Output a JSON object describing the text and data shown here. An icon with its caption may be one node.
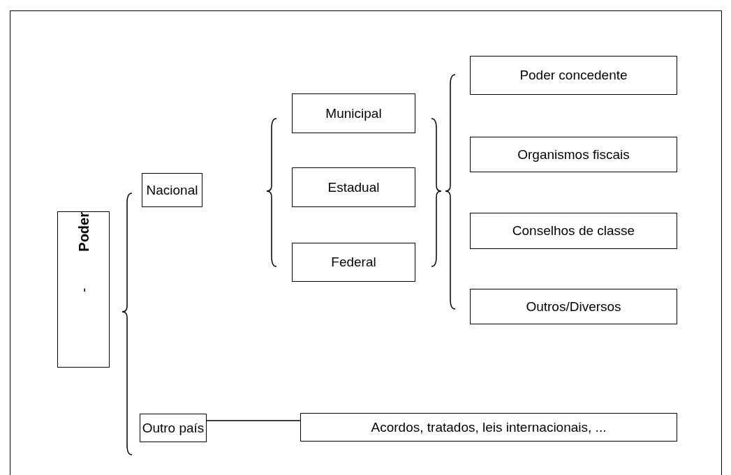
{
  "diagram": {
    "nodes": [
      {
        "text": [
          "Poder",
          "-"
        ]
      },
      {
        "text": [
          "Nacional"
        ]
      },
      {
        "text": [
          "Outro país"
        ]
      },
      {
        "text": [
          "Municipal"
        ]
      },
      {
        "text": [
          "Estadual"
        ]
      },
      {
        "text": [
          "Federal"
        ]
      },
      {
        "text": [
          "Poder concedente"
        ]
      },
      {
        "text": [
          "Organismos fiscais"
        ]
      },
      {
        "text": [
          "Conselhos de classe"
        ]
      },
      {
        "text": [
          "Outros/Diversos"
        ]
      },
      {
        "text": [
          "Acordos, tratados, leis internacionais, ..."
        ]
      }
    ],
    "edges": [
      {
        "from": 2,
        "to": 10,
        "arrow": "none"
      }
    ]
  }
}
